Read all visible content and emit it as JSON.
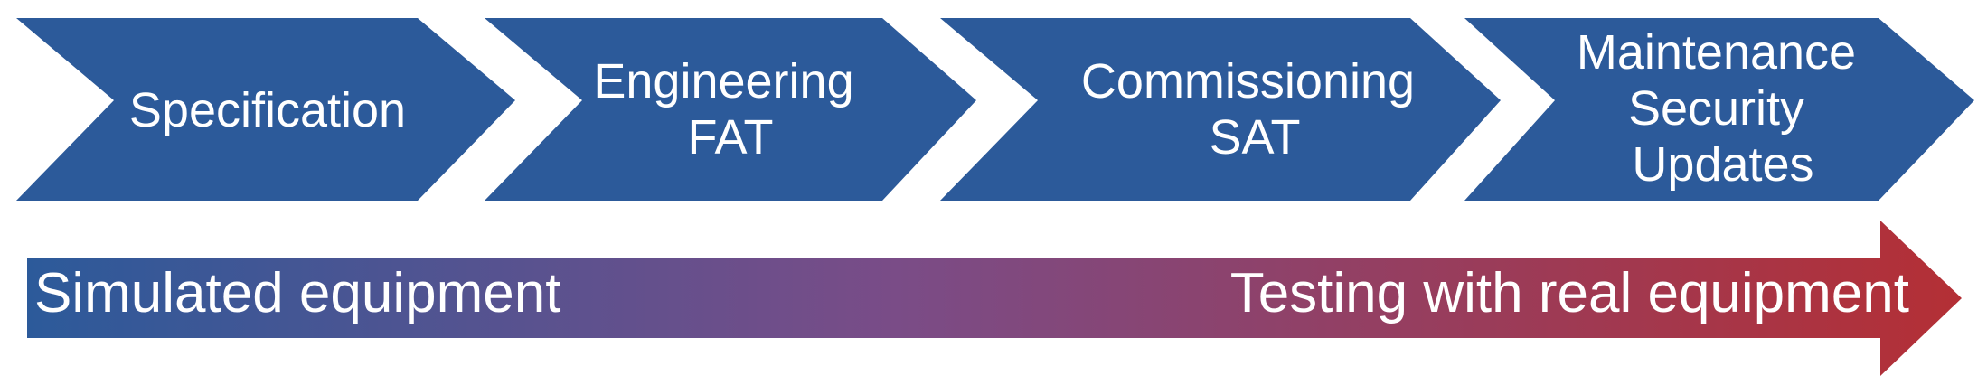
{
  "phases": [
    {
      "lines": [
        "Specification"
      ]
    },
    {
      "lines": [
        "Engineering",
        "FAT"
      ]
    },
    {
      "lines": [
        "Commissioning",
        "SAT"
      ]
    },
    {
      "lines": [
        "Maintenance",
        "Security",
        "Updates"
      ]
    }
  ],
  "progress": {
    "left_label": "Simulated equipment",
    "right_label": "Testing with real equipment"
  },
  "colors": {
    "phase_fill": "#2c5a9a",
    "band_start": "#2c5a9a",
    "band_mid": "#7a4c87",
    "band_end": "#b42f35",
    "text": "#ffffff"
  }
}
